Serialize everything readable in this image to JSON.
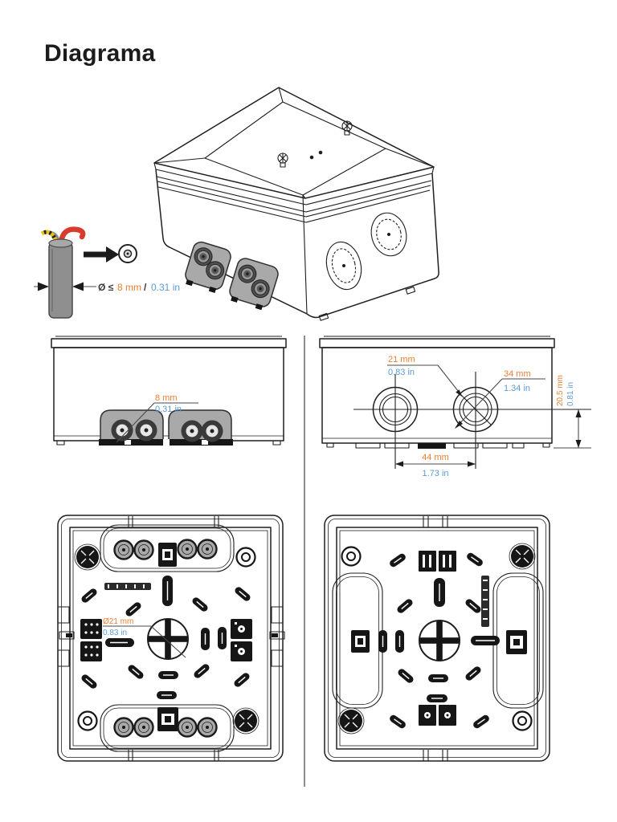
{
  "page": {
    "title": "Diagrama"
  },
  "colors": {
    "metric_text": "#ED7D31",
    "imperial_text": "#5B9BD5",
    "line": "#1f1f1f"
  },
  "annotations": {
    "cable": {
      "prefix": "Ø ≤",
      "metric": "8 mm",
      "separator": "/",
      "imperial": "0.31 in"
    },
    "gland_hole": {
      "metric": "8 mm",
      "imperial": "0.31 in"
    },
    "knockout_inner": {
      "metric": "21 mm",
      "imperial": "0.83 in"
    },
    "knockout_outer": {
      "metric": "34 mm",
      "imperial": "1.34 in"
    },
    "knockout_height": {
      "metric": "20.5 mm",
      "imperial": "0.81 in"
    },
    "knockout_spacing": {
      "metric": "44 mm",
      "imperial": "1.73 in"
    },
    "base_center_hole": {
      "metric": "Ø21 mm",
      "imperial": "0.83 in"
    }
  }
}
